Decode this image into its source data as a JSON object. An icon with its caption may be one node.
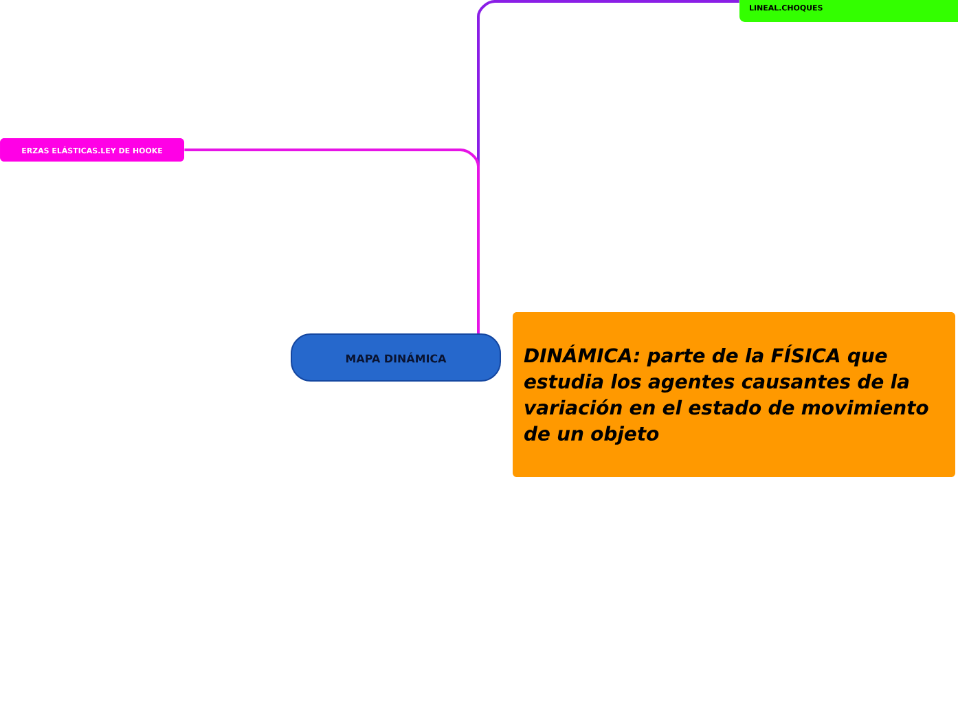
{
  "diagram": {
    "nodes": [
      {
        "text": [
          "MAPA DINÁMICA"
        ]
      },
      {
        "text": [
          "LINEAL.CHOQUES"
        ]
      },
      {
        "text": [
          "ERZAS ELÁSTICAS.LEY DE HOOKE"
        ]
      },
      {
        "text": [
          "DINÁMICA: parte de la FÍSICA que estudia los agentes causantes de la variación en el estado de movimiento de un objeto"
        ]
      }
    ],
    "edges": [
      {
        "from": 0,
        "to": 1,
        "arrow": "none",
        "color": "#8a1ee6"
      },
      {
        "from": 0,
        "to": 2,
        "arrow": "none",
        "color": "#e614e6"
      }
    ]
  }
}
